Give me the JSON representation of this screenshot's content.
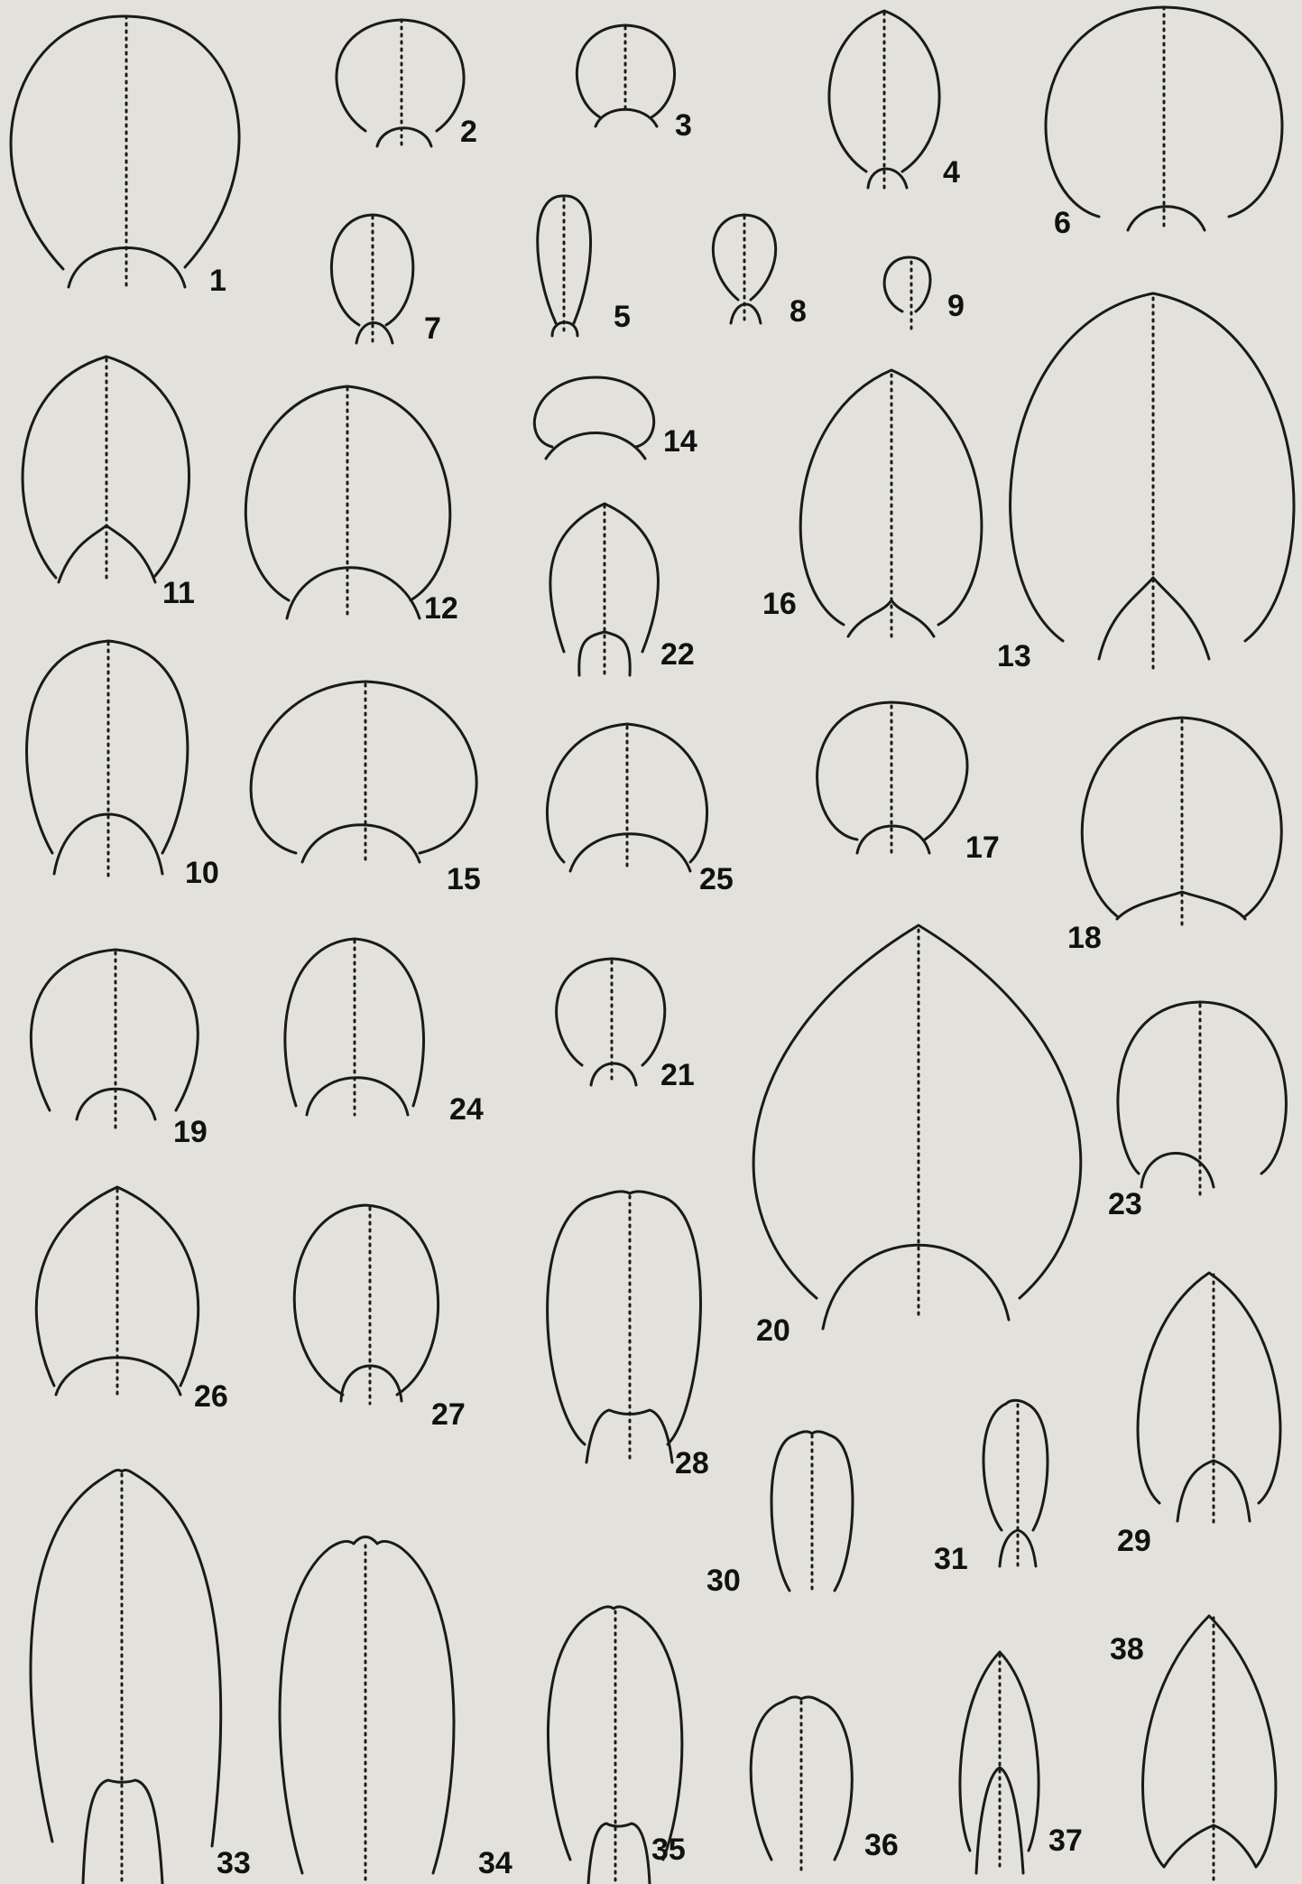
{
  "figures": [
    {
      "label": "1"
    },
    {
      "label": "2"
    },
    {
      "label": "3"
    },
    {
      "label": "4"
    },
    {
      "label": "6"
    },
    {
      "label": "7"
    },
    {
      "label": "5"
    },
    {
      "label": "8"
    },
    {
      "label": "9"
    },
    {
      "label": "11"
    },
    {
      "label": "12"
    },
    {
      "label": "14"
    },
    {
      "label": "22"
    },
    {
      "label": "16"
    },
    {
      "label": "13"
    },
    {
      "label": "10"
    },
    {
      "label": "15"
    },
    {
      "label": "25"
    },
    {
      "label": "17"
    },
    {
      "label": "18"
    },
    {
      "label": "19"
    },
    {
      "label": "24"
    },
    {
      "label": "21"
    },
    {
      "label": "20"
    },
    {
      "label": "23"
    },
    {
      "label": "26"
    },
    {
      "label": "27"
    },
    {
      "label": "28"
    },
    {
      "label": "29"
    },
    {
      "label": "30"
    },
    {
      "label": "31"
    },
    {
      "label": "33"
    },
    {
      "label": "34"
    },
    {
      "label": "35"
    },
    {
      "label": "36"
    },
    {
      "label": "37"
    },
    {
      "label": "38"
    }
  ]
}
